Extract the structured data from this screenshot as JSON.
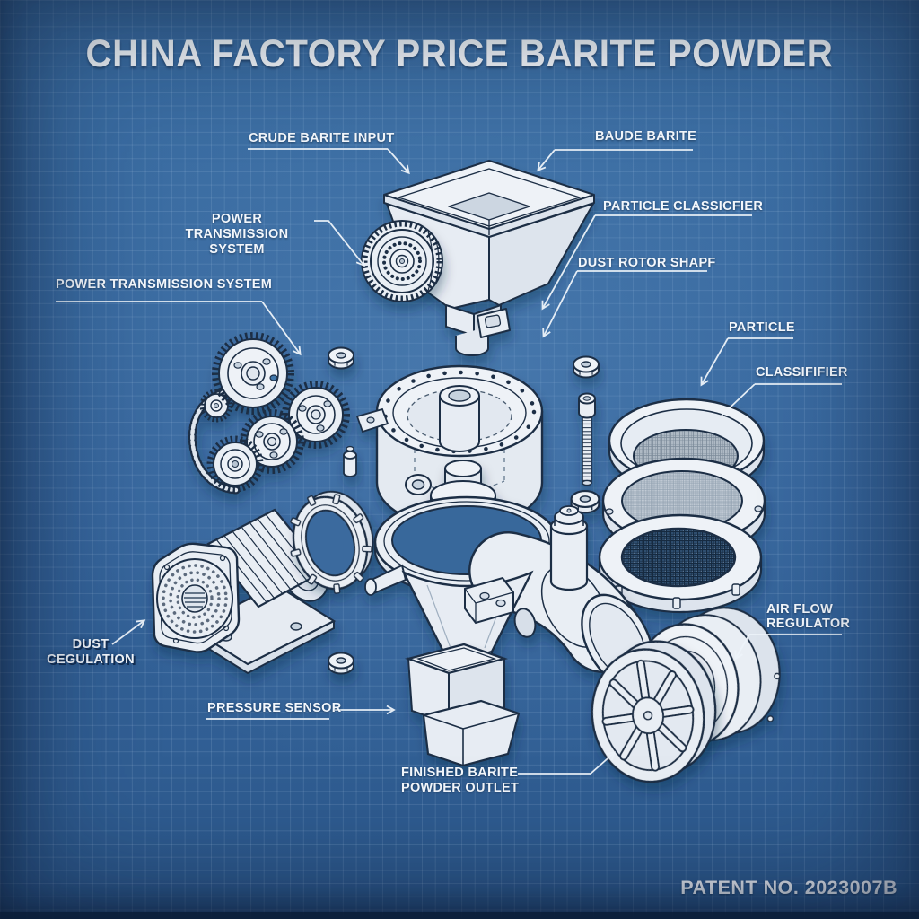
{
  "title": "CHINA FACTORY PRICE BARITE POWDER",
  "patent_number": "PATENT NO. 2023007B",
  "labels": {
    "crude_barite_input": "CRUDE BARITE INPUT",
    "baude_barite": "BAUDE BARITE",
    "power_transmission_upper": "POWER TRANSMISSION\nSYSTEM",
    "power_transmission_lower": "POWER TRANSMISSION SYSTEM",
    "particle_classicfier": "PARTICLE CLASSICFIER",
    "dust_rotor_shapf": "DUST ROTOR SHAPF",
    "particle": "PARTICLE",
    "classififier": "CLASSIFIFIER",
    "air_flow_regulator": "AIR FLOW\nREGULATOR",
    "dust_cegulation": "DUST\nCEGULATION",
    "pressure_sensor": "PRESSURE SENSOR",
    "finished_barite_powder_outlet": "FINISHED BARITE\nPOWDER OUTLET"
  },
  "colors": {
    "background_blue": "#35649b",
    "grid_line": "#cde2f8",
    "ink_outline": "#1c2e45",
    "part_fill": "#e9eef4",
    "leader_line": "#eef4fa",
    "text": "#f3f7fc"
  },
  "icons": {
    "diagram_parts": [
      "hopper-drawing",
      "feed-gear-drawing",
      "grinding-chamber-drawing",
      "bolt-drawing",
      "sieve-stack-drawing",
      "gear-train-drawing",
      "motor-drawing",
      "ring-gear-drawing",
      "cone-elbow-drawing",
      "outlet-box-drawing",
      "blower-wheel-drawing",
      "air-regulator-drawing",
      "hex-nut-drawing"
    ]
  }
}
